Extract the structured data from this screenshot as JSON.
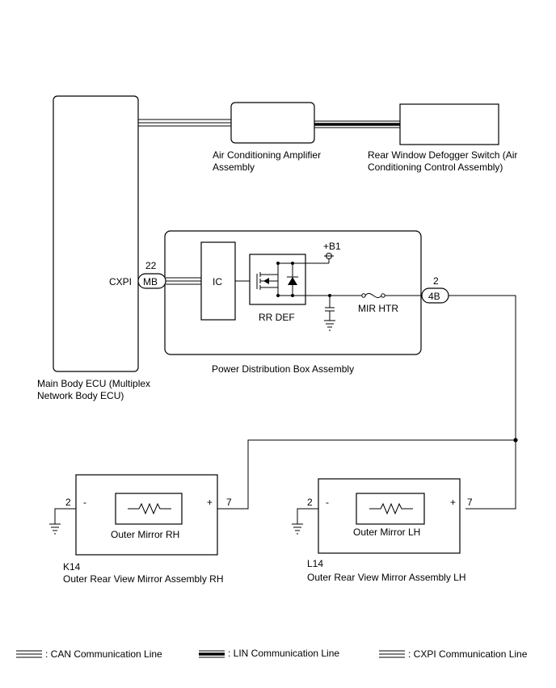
{
  "labels": {
    "ac_amp_1": "Air Conditioning Amplifier",
    "ac_amp_2": "Assembly",
    "defog_1": "Rear Window Defogger Switch (Air",
    "defog_2": "Conditioning Control Assembly)",
    "main_ecu_1": "Main Body ECU (Multiplex",
    "main_ecu_2": "Network Body ECU)",
    "cxpi": "CXPI",
    "pin_22": "22",
    "conn_mb": "MB",
    "ic": "IC",
    "b1": "+B1",
    "rr_def": "RR DEF",
    "mir_htr": "MIR HTR",
    "pin_2_top": "2",
    "conn_4b": "4B",
    "pdb": "Power Distribution Box Assembly",
    "rh_pin_left": "2",
    "rh_minus": "-",
    "rh_plus": "+",
    "rh_pin_right": "7",
    "rh_mirror": "Outer Mirror RH",
    "rh_code": "K14",
    "rh_assembly": "Outer Rear View Mirror Assembly RH",
    "lh_pin_left": "2",
    "lh_minus": "-",
    "lh_plus": "+",
    "lh_pin_right": "7",
    "lh_mirror": "Outer Mirror LH",
    "lh_code": "L14",
    "lh_assembly": "Outer Rear View Mirror Assembly LH"
  },
  "legend": {
    "can": ": CAN Communication Line",
    "lin": ": LIN Communication Line",
    "cxpi": ": CXPI Communication Line"
  }
}
